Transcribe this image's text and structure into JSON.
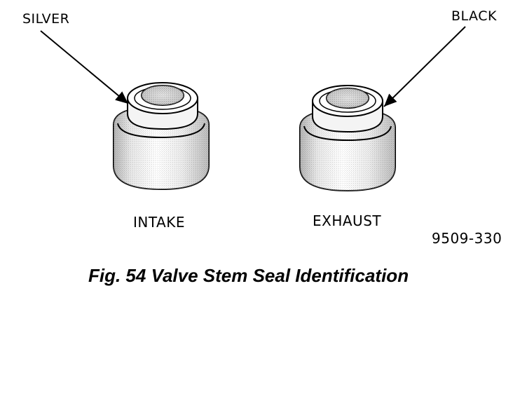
{
  "callouts": {
    "silver": "SILVER",
    "black": "BLACK"
  },
  "seal_labels": {
    "intake": "INTAKE",
    "exhaust": "EXHAUST"
  },
  "figure_id": "9509-330",
  "caption": "Fig. 54 Valve Stem Seal Identification"
}
